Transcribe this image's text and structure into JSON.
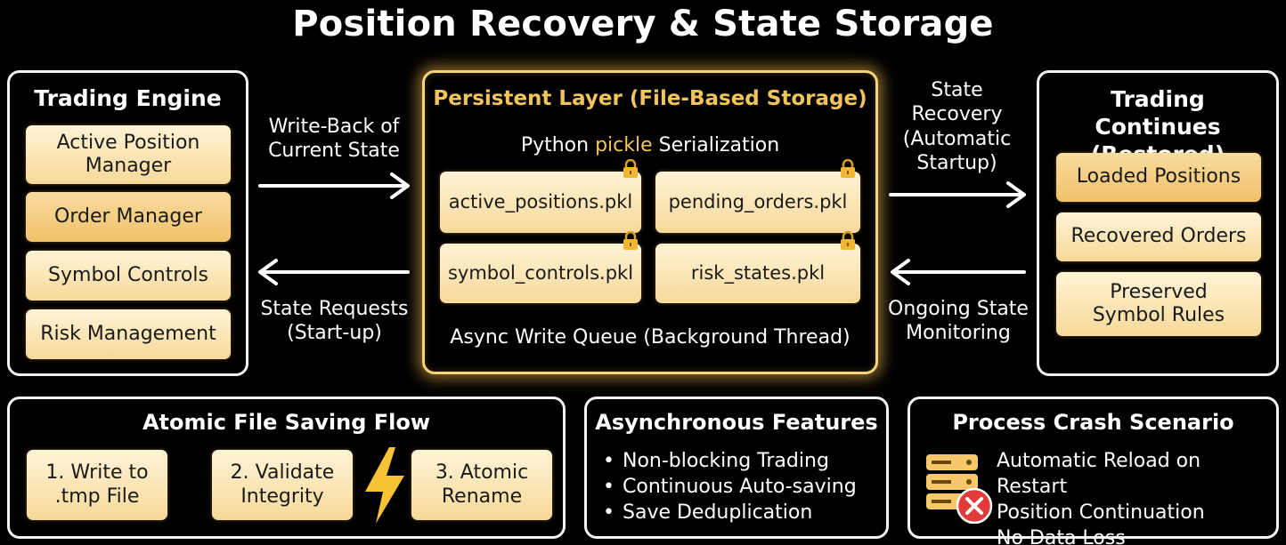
{
  "title": "Position Recovery & State Storage",
  "trading_engine": {
    "title": "Trading Engine",
    "items": [
      "Active Position Manager",
      "Order Manager",
      "Symbol Controls",
      "Risk Management"
    ]
  },
  "persistent_layer": {
    "title": "Persistent Layer (File-Based Storage)",
    "serialization_prefix": "Python",
    "serialization_keyword": "pickle",
    "serialization_suffix": "Serialization",
    "files": [
      "active_positions.pkl",
      "pending_orders.pkl",
      "symbol_controls.pkl",
      "risk_states.pkl"
    ],
    "queue": "Async Write Queue (Background Thread)"
  },
  "flows": {
    "write_back": "Write-Back of Current State",
    "state_requests": "State Requests (Start-up)",
    "state_recovery": "State Recovery (Automatic Startup)",
    "ongoing": "Ongoing State Monitoring"
  },
  "trading_continues": {
    "title": "Trading Continues (Restored)",
    "items": [
      "Loaded Positions",
      "Recovered Orders",
      "Preserved Symbol Rules"
    ]
  },
  "atomic": {
    "title": "Atomic File Saving Flow",
    "steps": [
      "1. Write to .tmp File",
      "2. Validate Integrity",
      "3. Atomic Rename"
    ]
  },
  "async_features": {
    "title": "Asynchronous Features",
    "bullet": "•",
    "items": [
      "Non-blocking Trading",
      "Continuous Auto-saving",
      "Save Deduplication"
    ]
  },
  "crash": {
    "title": "Process Crash Scenario",
    "items": [
      "Automatic Reload on Restart",
      "Position Continuation",
      "No Data Loss"
    ]
  },
  "colors": {
    "accent_gold": "#f2c45a",
    "cream": "#fbe4b0",
    "error_red": "#e23a3a"
  }
}
